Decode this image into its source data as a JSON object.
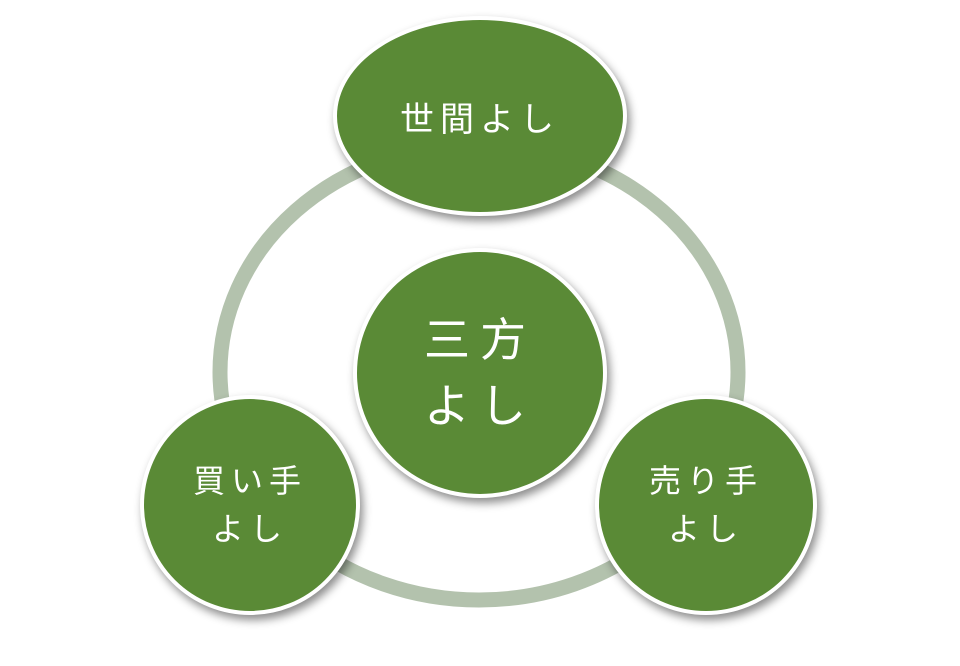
{
  "colors": {
    "node_fill": "#5a8a36",
    "ring": "#b3c2ad",
    "text": "#ffffff"
  },
  "top": {
    "label": "世間よし"
  },
  "center": {
    "line1": "三方",
    "line2": "よし"
  },
  "left": {
    "line1": "買い手",
    "line2": "よし"
  },
  "right": {
    "line1": "売り手",
    "line2": "よし"
  }
}
